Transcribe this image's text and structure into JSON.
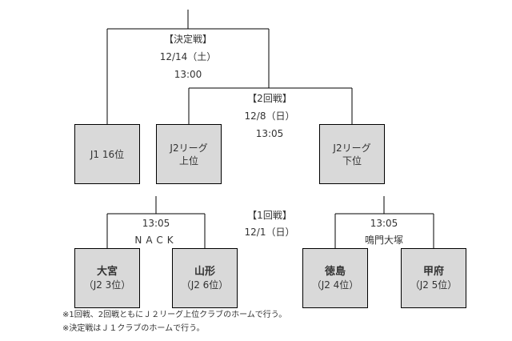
{
  "final": {
    "title": "【決定戦】",
    "date": "12/14（土）",
    "time": "13:00"
  },
  "round2": {
    "title": "【2回戦】",
    "date": "12/8（日）",
    "time": "13:05"
  },
  "round1": {
    "title": "【1回戦】",
    "date": "12/1（日）",
    "match_left": {
      "time": "13:05",
      "venue": "NACK"
    },
    "match_right": {
      "time": "13:05",
      "venue": "鳴門大塚"
    }
  },
  "teams": {
    "j1": {
      "line1": "J1 16位"
    },
    "j2_upper": {
      "line1": "J2リーグ",
      "line2": "上位"
    },
    "j2_lower": {
      "line1": "J2リーグ",
      "line2": "下位"
    },
    "omiya": {
      "name": "大宮",
      "rank": "（J2 3位）"
    },
    "yamagata": {
      "name": "山形",
      "rank": "（J2 6位）"
    },
    "tokushima": {
      "name": "徳島",
      "rank": "（J2 4位）"
    },
    "kofu": {
      "name": "甲府",
      "rank": "（J2 5位）"
    }
  },
  "notes": [
    "※1回戦、2回戦ともにＪ２リーグ上位クラブのホームで行う。",
    "※決定戦はＪ１クラブのホームで行う。"
  ],
  "colors": {
    "box_fill": "#d9d9d9",
    "line": "#000000",
    "text": "#333333"
  }
}
